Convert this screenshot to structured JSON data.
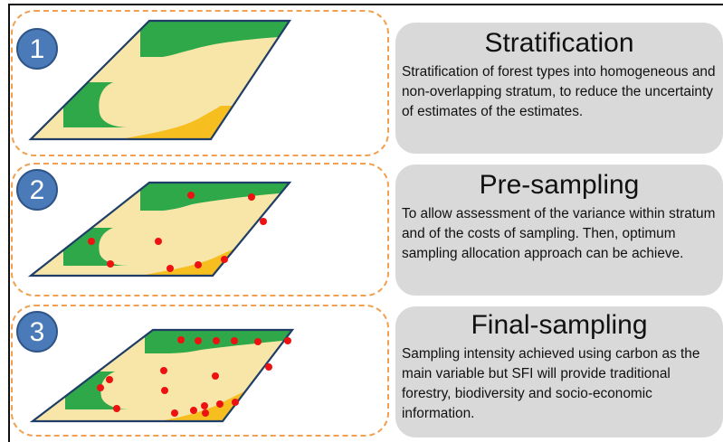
{
  "colors": {
    "forest_dark": "#2fa84a",
    "forest_light": "#f7e6a8",
    "forest_yellow": "#f6be1e",
    "outline": "#1f3d66",
    "sample_point": "#ee1111",
    "step_circle": "#4a7ab7",
    "dashed_border": "#f0a050",
    "panel_bg": "#d9d9d9"
  },
  "steps": [
    {
      "number": "1",
      "title": "Stratification",
      "description": "Stratification of forest types into homogeneous and non-overlapping stratum, to reduce the uncertainty of estimates of the estimates.",
      "sample_points": 0
    },
    {
      "number": "2",
      "title": "Pre-sampling",
      "description": "To allow assessment of the variance within stratum and of the costs of sampling. Then, optimum sampling allocation approach can be achieve.",
      "sample_points": 9
    },
    {
      "number": "3",
      "title": "Final-sampling",
      "description": "Sampling intensity achieved using carbon as the main variable but SFI will provide traditional forestry, biodiversity and socio-economic information.",
      "sample_points": 19
    }
  ]
}
